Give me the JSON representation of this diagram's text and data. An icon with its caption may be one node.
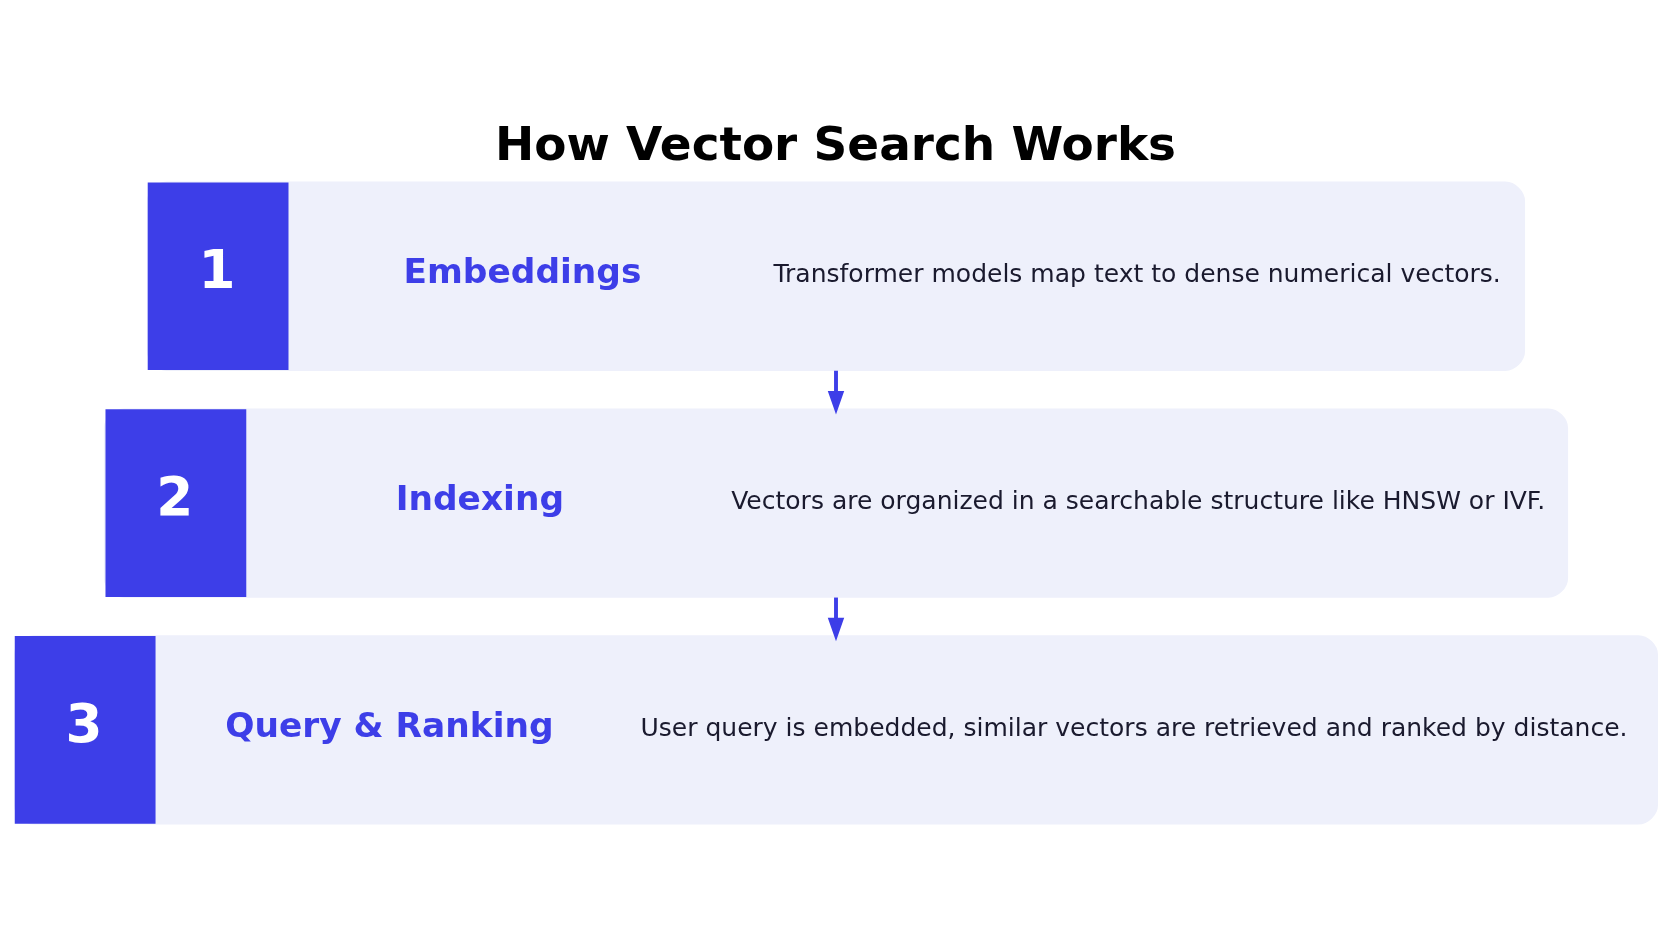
{
  "diagram": {
    "title": "How Vector Search Works",
    "nodes": [
      {
        "text": [
          "1",
          "Embeddings",
          "Transformer models map text to dense numerical vectors."
        ]
      },
      {
        "text": [
          "2",
          "Indexing",
          "Vectors are organized in a searchable structure like HNSW or IVF."
        ]
      },
      {
        "text": [
          "3",
          "Query & Ranking",
          "User query is embedded, similar vectors are retrieved and ranked by distance."
        ]
      }
    ],
    "edges": [
      {
        "from": 0,
        "to": 1,
        "arrow": "to"
      },
      {
        "from": 1,
        "to": 2,
        "arrow": "to"
      }
    ]
  }
}
